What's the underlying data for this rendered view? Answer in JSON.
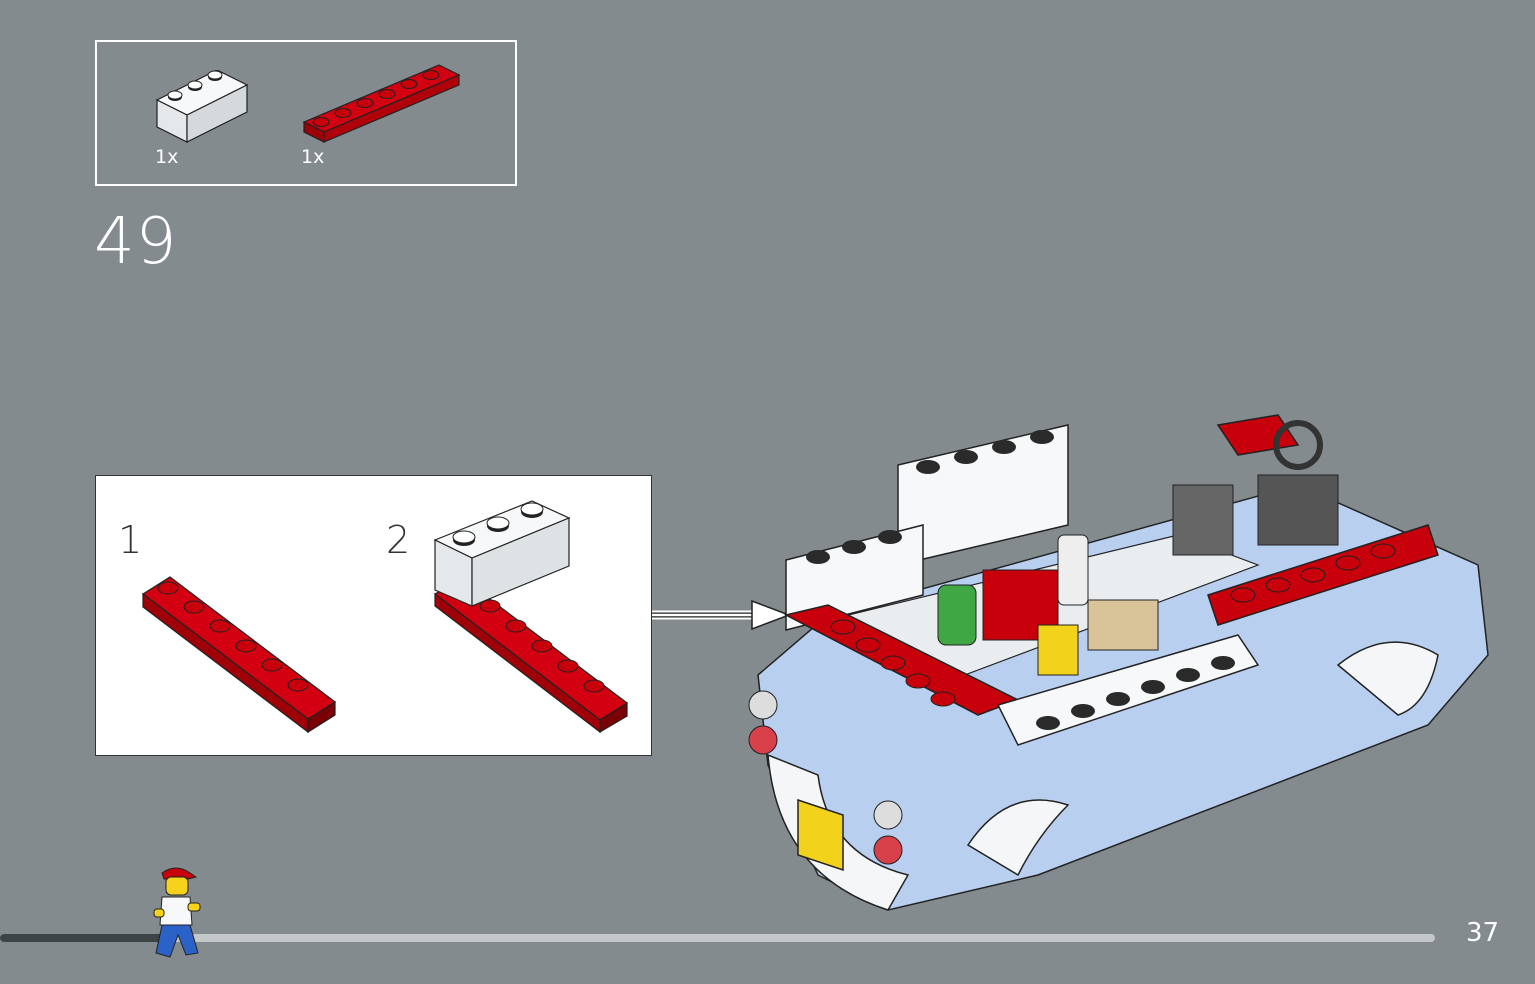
{
  "parts": [
    {
      "name": "white-brick-1x3",
      "qty": "1x",
      "color": "#f4f6f7"
    },
    {
      "name": "red-plate-1x6",
      "qty": "1x",
      "color": "#c7000b"
    }
  ],
  "step": {
    "number": "49"
  },
  "substeps": [
    {
      "number": "1"
    },
    {
      "number": "2"
    }
  ],
  "page": {
    "number": "37"
  },
  "progress": {
    "fraction": 0.12
  },
  "colors": {
    "background": "#848b8e",
    "red": "#c7000b",
    "white": "#f4f6f7",
    "light_blue": "#b9cff0",
    "outline": "#1a1a1a"
  }
}
